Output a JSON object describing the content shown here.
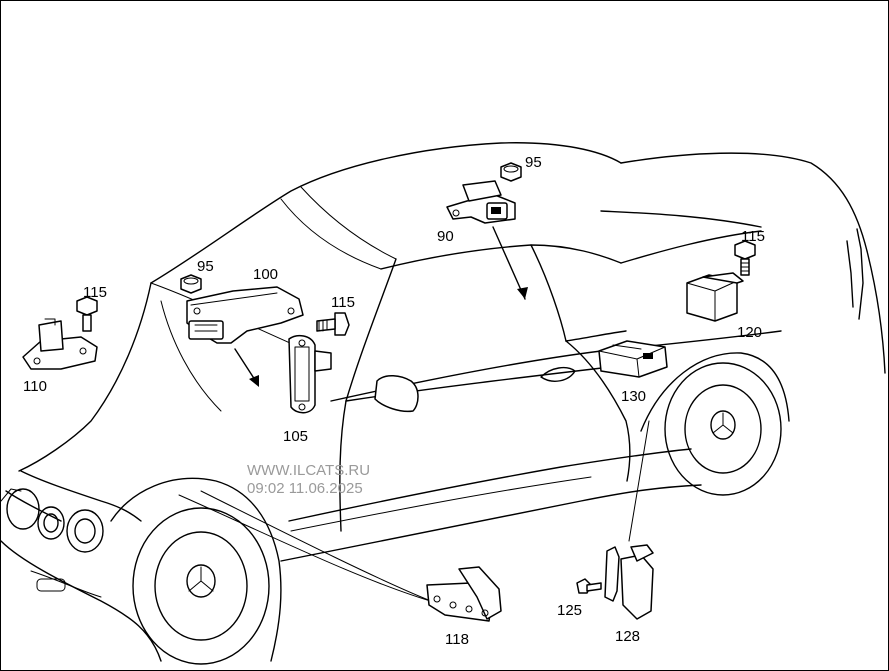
{
  "watermark": {
    "line1": "WWW.ILCATS.RU",
    "line2": "09:02 11.06.2025"
  },
  "parts": [
    {
      "id": "90",
      "label": "90"
    },
    {
      "id": "95a",
      "label": "95"
    },
    {
      "id": "95b",
      "label": "95"
    },
    {
      "id": "100",
      "label": "100"
    },
    {
      "id": "105",
      "label": "105"
    },
    {
      "id": "110",
      "label": "110"
    },
    {
      "id": "115a",
      "label": "115"
    },
    {
      "id": "115b",
      "label": "115"
    },
    {
      "id": "115c",
      "label": "115"
    },
    {
      "id": "118",
      "label": "118"
    },
    {
      "id": "120",
      "label": "120"
    },
    {
      "id": "125",
      "label": "125"
    },
    {
      "id": "128",
      "label": "128"
    },
    {
      "id": "130",
      "label": "130"
    }
  ]
}
